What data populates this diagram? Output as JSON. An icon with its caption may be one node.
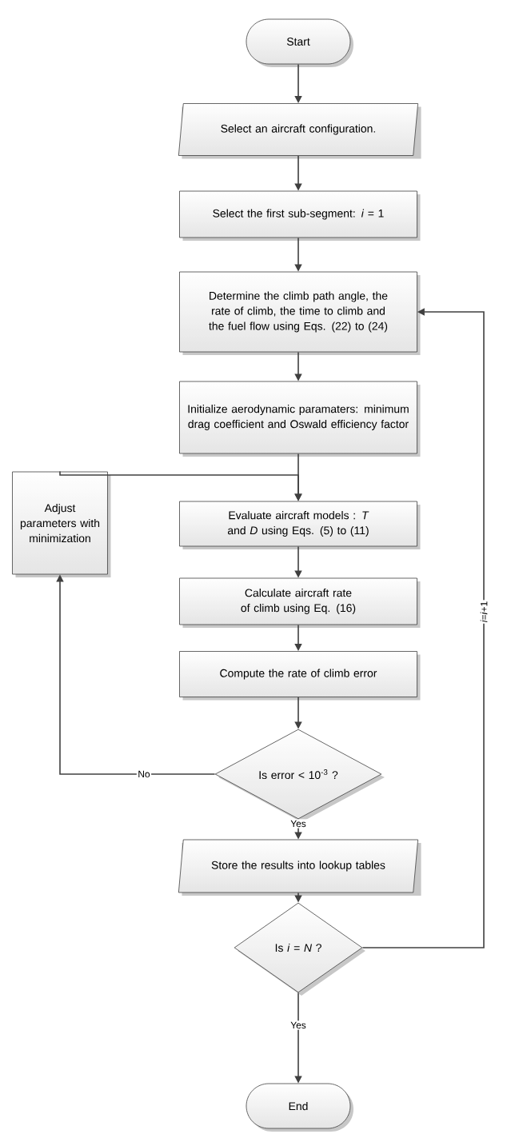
{
  "diagram": {
    "nodes": [
      {
        "text": [
          "Start"
        ]
      },
      {
        "text": [
          "Select an aircraft configuration."
        ]
      },
      {
        "text": [
          "Select the first sub-segment: *i* = 1"
        ]
      },
      {
        "text": [
          "Determine the climb path angle, the rate of climb, the time to climb and the fuel flow using Eqs. (22) to (24)"
        ]
      },
      {
        "text": [
          "Initialize aerodynamic paramaters: minimum drag coefficient and  Oswald efficiency factor"
        ]
      },
      {
        "text": [
          "Evaluate aircraft models : *T* and *D* using Eqs. (5) to (11)"
        ]
      },
      {
        "text": [
          "Calculate aircraft rate of climb using Eq. (16)"
        ]
      },
      {
        "text": [
          "Compute the rate of climb error"
        ]
      },
      {
        "text": [
          "Is  error < 10$^{-3}$ ?"
        ]
      },
      {
        "text": [
          "Store the results into lookup tables"
        ]
      },
      {
        "text": [
          "Is *i* = *N* ?"
        ]
      },
      {
        "text": [
          "End"
        ]
      },
      {
        "text": [
          "Adjust parameters with minimization"
        ]
      }
    ],
    "edges": [
      {
        "from": 0,
        "to": 1,
        "arrow": "to"
      },
      {
        "from": 1,
        "to": 2,
        "arrow": "to"
      },
      {
        "from": 2,
        "to": 3,
        "arrow": "to"
      },
      {
        "from": 3,
        "to": 4,
        "arrow": "to"
      },
      {
        "from": 4,
        "to": 5,
        "arrow": "to"
      },
      {
        "from": 5,
        "to": 6,
        "arrow": "to"
      },
      {
        "from": 6,
        "to": 7,
        "arrow": "to"
      },
      {
        "from": 7,
        "to": 8,
        "arrow": "to"
      },
      {
        "from": 8,
        "to": 9,
        "arrow": "to",
        "label": "Yes"
      },
      {
        "from": 8,
        "to": 12,
        "arrow": "to",
        "label": "No"
      },
      {
        "from": 12,
        "to": 5,
        "arrow": "to"
      },
      {
        "from": 9,
        "to": 10,
        "arrow": "to"
      },
      {
        "from": 10,
        "to": 11,
        "arrow": "to",
        "label": "Yes"
      },
      {
        "from": 10,
        "to": 3,
        "arrow": "to",
        "label": "*i*=*i*+1"
      }
    ]
  }
}
